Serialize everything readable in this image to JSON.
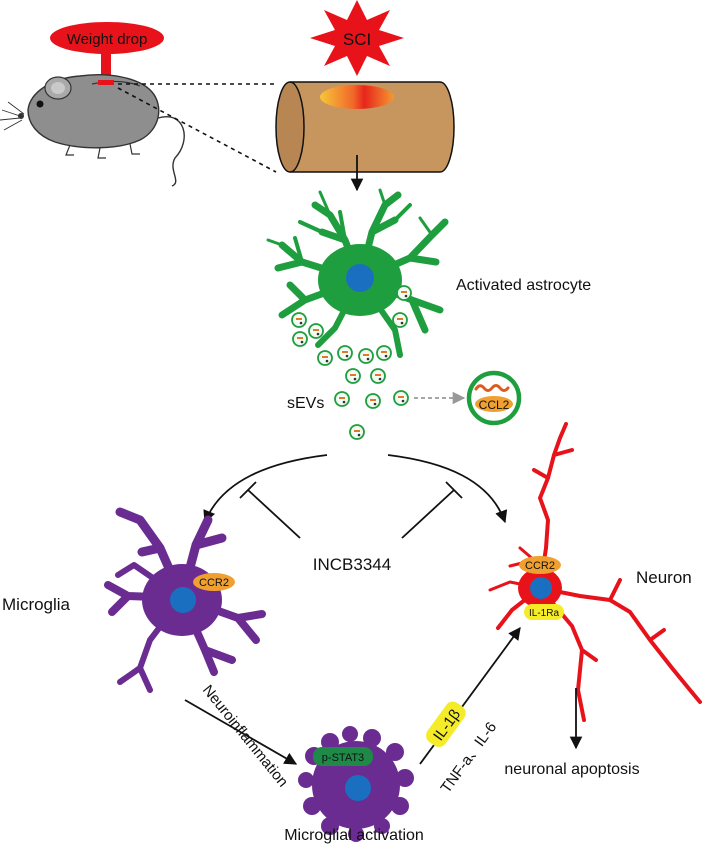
{
  "labels": {
    "weight_drop": "Weight drop",
    "sci": "SCI",
    "activated_astrocyte": "Activated astrocyte",
    "sevs": "sEVs",
    "ccl2": "CCL2",
    "inhibitor": "INCB3344",
    "microglia": "Microglia",
    "neuron": "Neuron",
    "ccr2_microglia": "CCR2",
    "ccr2_neuron": "CCR2",
    "il1ra": "IL-1Ra",
    "neuroinflammation": "Neuroinflammation",
    "pstat3": "p-STAT3",
    "il1b": "IL-1β",
    "cytokines": "TNF-a、IL-6",
    "neuronal_apoptosis": "neuronal apoptosis",
    "microglial_activation": "Microglial activation"
  },
  "colors": {
    "astrocyte": "#1e9e3e",
    "microglia": "#6b2c91",
    "neuron": "#e8121b",
    "nucleus": "#1a6fc0",
    "ccr2": "#f0a030",
    "il1ra": "#f4ec28",
    "pstat3": "#1f8a48",
    "spinal_cord": "#c7965f",
    "mouse": "#8e8e8e",
    "sci_burst": "#e8121b",
    "weight_drop": "#e8121b"
  }
}
